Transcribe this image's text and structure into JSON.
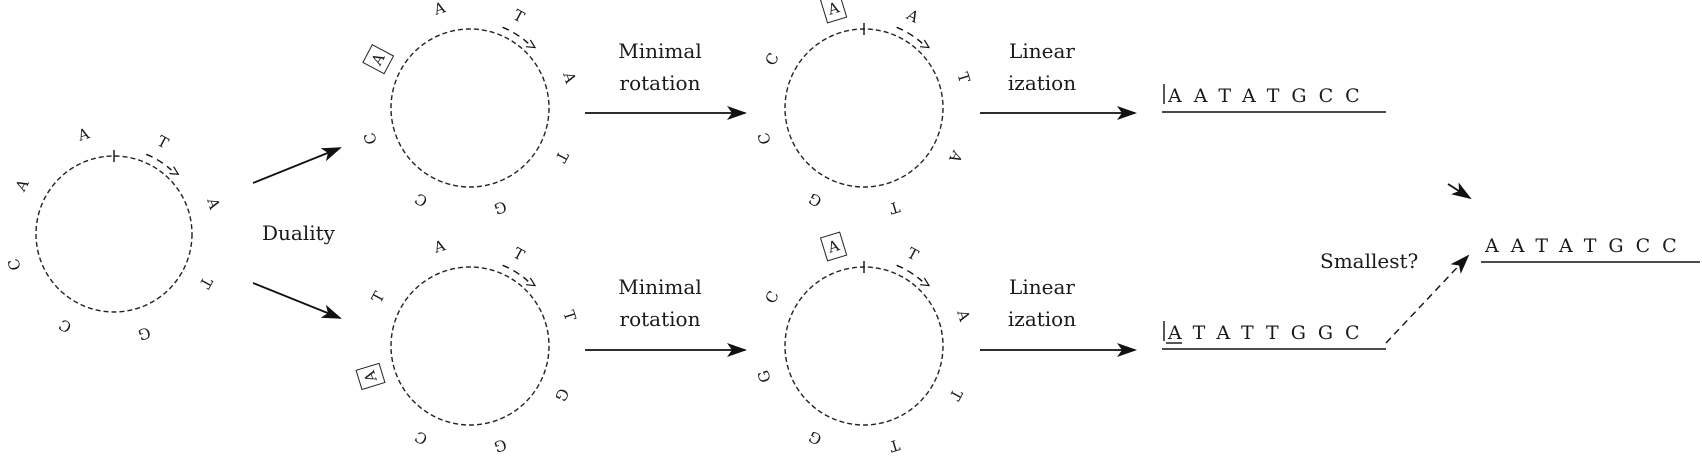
{
  "rings": [
    {
      "id": "original",
      "bases": [
        "A",
        "T",
        "A",
        "T",
        "G",
        "C",
        "C",
        "A"
      ],
      "boxed": -1,
      "start_mark": true
    },
    {
      "id": "top-dual",
      "bases": [
        "A",
        "T",
        "A",
        "T",
        "G",
        "C",
        "C",
        "A"
      ],
      "boxed": 7,
      "start_mark": false
    },
    {
      "id": "top-rotated",
      "bases": [
        "A",
        "A",
        "T",
        "A",
        "T",
        "G",
        "C",
        "C"
      ],
      "boxed": 0,
      "start_mark": true
    },
    {
      "id": "bottom-dual",
      "bases": [
        "A",
        "T",
        "T",
        "G",
        "G",
        "C",
        "A",
        "T"
      ],
      "boxed": 6,
      "start_mark": false
    },
    {
      "id": "bottom-rotated",
      "bases": [
        "A",
        "T",
        "A",
        "T",
        "T",
        "G",
        "G",
        "C"
      ],
      "boxed": 0,
      "start_mark": true
    }
  ],
  "labels": {
    "duality": "Duality",
    "minimal_rotation": [
      "Minimal",
      "rotation"
    ],
    "linearization": [
      "Linear",
      "ization"
    ],
    "smallest": "Smallest?"
  },
  "sequences": {
    "top": "AATATGCC",
    "bottom": "ATATTGGC",
    "result": "AATATGCC"
  }
}
